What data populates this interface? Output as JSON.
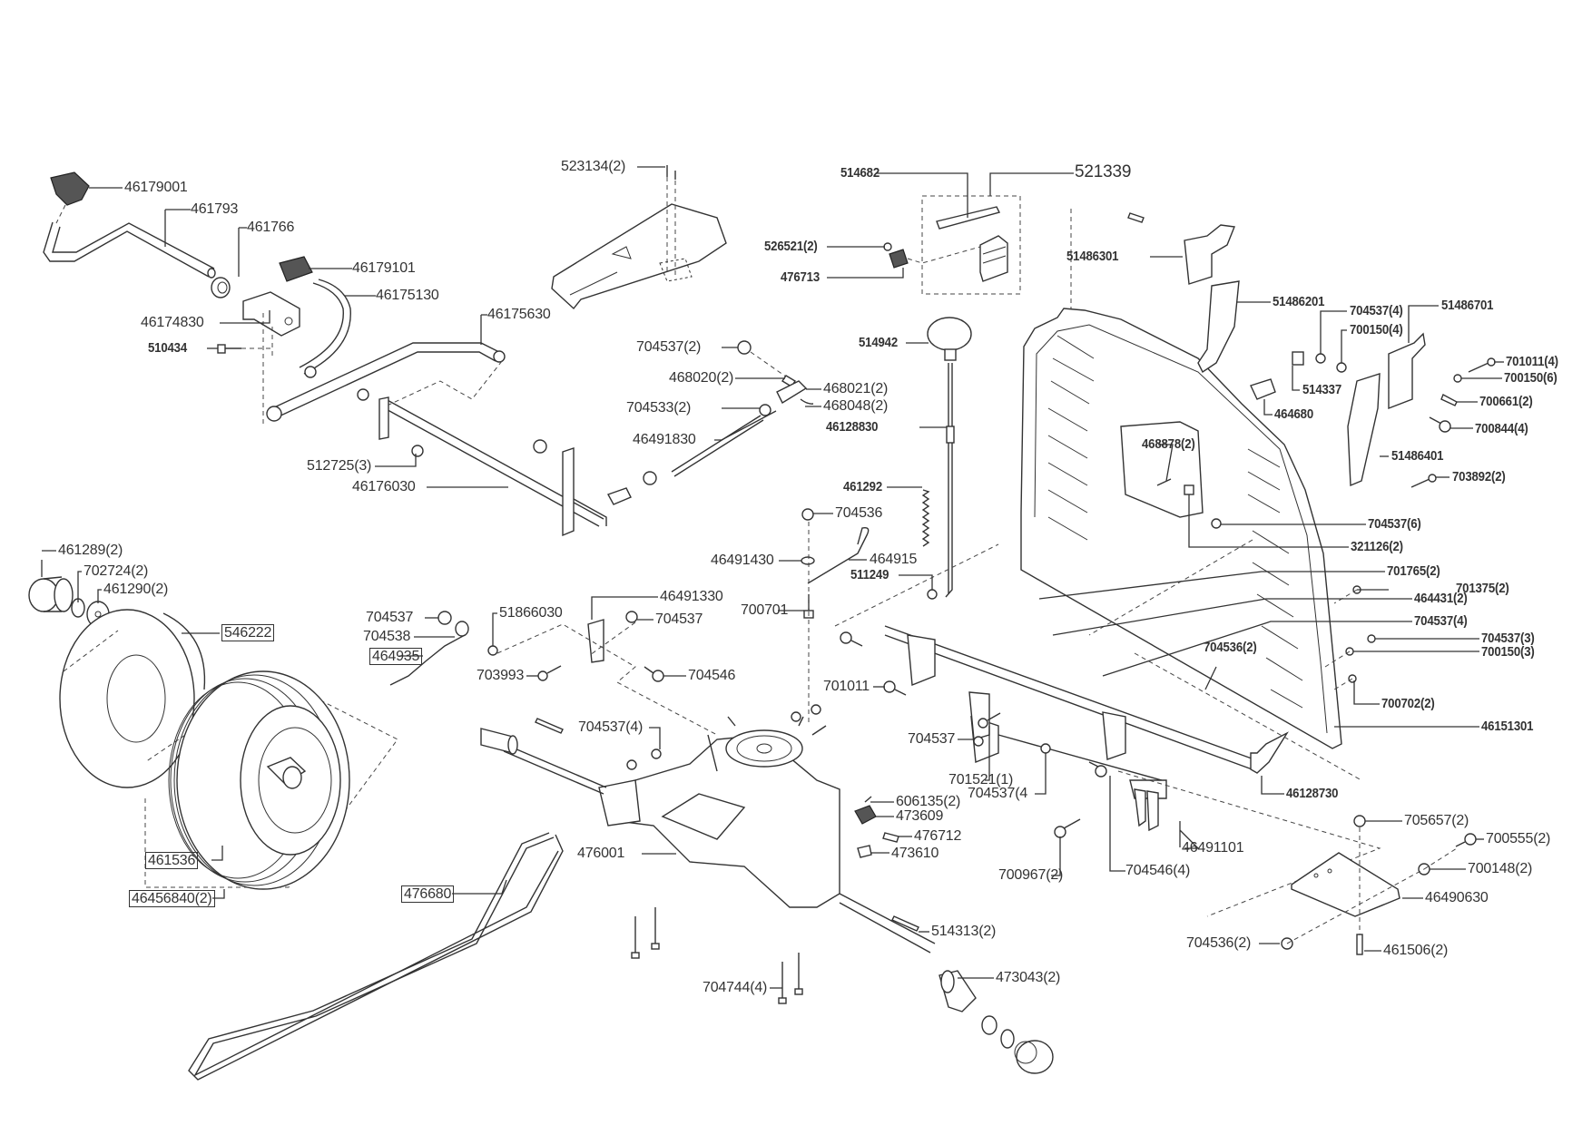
{
  "diagram": {
    "type": "exploded parts diagram",
    "subject": "ride-on mower transmission, pedals, seat frame and rear wheels",
    "labels": [
      {
        "id": "46179001",
        "text": "46179001",
        "bold": false,
        "boxed": false
      },
      {
        "id": "461793",
        "text": "461793",
        "bold": false,
        "boxed": false
      },
      {
        "id": "461766",
        "text": "461766",
        "bold": false,
        "boxed": false
      },
      {
        "id": "46179101",
        "text": "46179101",
        "bold": false,
        "boxed": false
      },
      {
        "id": "46175130",
        "text": "46175130",
        "bold": false,
        "boxed": false
      },
      {
        "id": "46174830",
        "text": "46174830",
        "bold": false,
        "boxed": false
      },
      {
        "id": "510434",
        "text": "510434",
        "bold": true,
        "boxed": false
      },
      {
        "id": "46175630",
        "text": "46175630",
        "bold": false,
        "boxed": false
      },
      {
        "id": "512725",
        "text": "512725(3)",
        "bold": false,
        "boxed": false
      },
      {
        "id": "46176030",
        "text": "46176030",
        "bold": false,
        "boxed": false
      },
      {
        "id": "523134",
        "text": "523134(2)",
        "bold": false,
        "boxed": false
      },
      {
        "id": "514682",
        "text": "514682",
        "bold": true,
        "boxed": false
      },
      {
        "id": "521339",
        "text": "521339",
        "bold": false,
        "boxed": false,
        "big": true
      },
      {
        "id": "526521",
        "text": "526521(2)",
        "bold": true,
        "boxed": false
      },
      {
        "id": "476713",
        "text": "476713",
        "bold": true,
        "boxed": false
      },
      {
        "id": "704537-2a",
        "text": "704537(2)",
        "bold": false,
        "boxed": false
      },
      {
        "id": "468020",
        "text": "468020(2)",
        "bold": false,
        "boxed": false
      },
      {
        "id": "468021",
        "text": "468021(2)",
        "bold": false,
        "boxed": false
      },
      {
        "id": "704533",
        "text": "704533(2)",
        "bold": false,
        "boxed": false
      },
      {
        "id": "468048",
        "text": "468048(2)",
        "bold": false,
        "boxed": false
      },
      {
        "id": "46491830",
        "text": "46491830",
        "bold": false,
        "boxed": false
      },
      {
        "id": "514942",
        "text": "514942",
        "bold": true,
        "boxed": false
      },
      {
        "id": "46128830",
        "text": "46128830",
        "bold": true,
        "boxed": false
      },
      {
        "id": "461292",
        "text": "461292",
        "bold": true,
        "boxed": false
      },
      {
        "id": "704536a",
        "text": "704536",
        "bold": false,
        "boxed": false
      },
      {
        "id": "46491430",
        "text": "46491430",
        "bold": false,
        "boxed": false
      },
      {
        "id": "464915",
        "text": "464915",
        "bold": false,
        "boxed": false
      },
      {
        "id": "511249",
        "text": "511249",
        "bold": true,
        "boxed": false
      },
      {
        "id": "51486301",
        "text": "51486301",
        "bold": true,
        "boxed": false
      },
      {
        "id": "51486201",
        "text": "51486201",
        "bold": true,
        "boxed": false
      },
      {
        "id": "704537-4a",
        "text": "704537(4)",
        "bold": true,
        "boxed": false
      },
      {
        "id": "700150-4",
        "text": "700150(4)",
        "bold": true,
        "boxed": false
      },
      {
        "id": "51486701",
        "text": "51486701",
        "bold": true,
        "boxed": false
      },
      {
        "id": "514337",
        "text": "514337",
        "bold": true,
        "boxed": false
      },
      {
        "id": "464680",
        "text": "464680",
        "bold": true,
        "boxed": false
      },
      {
        "id": "701011-4",
        "text": "701011(4)",
        "bold": true,
        "boxed": false
      },
      {
        "id": "700150-6",
        "text": "700150(6)",
        "bold": true,
        "boxed": false
      },
      {
        "id": "700661",
        "text": "700661(2)",
        "bold": true,
        "boxed": false
      },
      {
        "id": "700844",
        "text": "700844(4)",
        "bold": true,
        "boxed": false
      },
      {
        "id": "51486401",
        "text": "51486401",
        "bold": true,
        "boxed": false
      },
      {
        "id": "468878",
        "text": "468878(2)",
        "bold": true,
        "boxed": false
      },
      {
        "id": "703892",
        "text": "703892(2)",
        "bold": true,
        "boxed": false
      },
      {
        "id": "704537-6",
        "text": "704537(6)",
        "bold": true,
        "boxed": false
      },
      {
        "id": "321126",
        "text": "321126(2)",
        "bold": true,
        "boxed": false
      },
      {
        "id": "701765",
        "text": "701765(2)",
        "bold": true,
        "boxed": false
      },
      {
        "id": "701375",
        "text": "701375(2)",
        "bold": true,
        "boxed": false
      },
      {
        "id": "464431",
        "text": "464431(2)",
        "bold": true,
        "boxed": false
      },
      {
        "id": "704537-4b",
        "text": "704537(4)",
        "bold": true,
        "boxed": false
      },
      {
        "id": "704536-2a",
        "text": "704536(2)",
        "bold": true,
        "boxed": false
      },
      {
        "id": "704537-3",
        "text": "704537(3)",
        "bold": true,
        "boxed": false
      },
      {
        "id": "700150-3",
        "text": "700150(3)",
        "bold": true,
        "boxed": false
      },
      {
        "id": "700702",
        "text": "700702(2)",
        "bold": true,
        "boxed": false
      },
      {
        "id": "46151301",
        "text": "46151301",
        "bold": true,
        "boxed": false
      },
      {
        "id": "46128730",
        "text": "46128730",
        "bold": true,
        "boxed": false
      },
      {
        "id": "461289",
        "text": "461289(2)",
        "bold": false,
        "boxed": false
      },
      {
        "id": "702724",
        "text": "702724(2)",
        "bold": false,
        "boxed": false
      },
      {
        "id": "461290",
        "text": "461290(2)",
        "bold": false,
        "boxed": false
      },
      {
        "id": "546222",
        "text": "546222",
        "bold": false,
        "boxed": true
      },
      {
        "id": "704537b",
        "text": "704537",
        "bold": false,
        "boxed": false
      },
      {
        "id": "704538",
        "text": "704538",
        "bold": false,
        "boxed": false
      },
      {
        "id": "464935",
        "text": "464935",
        "bold": false,
        "boxed": true
      },
      {
        "id": "51866030",
        "text": "51866030",
        "bold": false,
        "boxed": false
      },
      {
        "id": "46491330",
        "text": "46491330",
        "bold": false,
        "boxed": false
      },
      {
        "id": "704537c",
        "text": "704537",
        "bold": false,
        "boxed": false
      },
      {
        "id": "703993",
        "text": "703993",
        "bold": false,
        "boxed": false
      },
      {
        "id": "704546a",
        "text": "704546",
        "bold": false,
        "boxed": false
      },
      {
        "id": "700701",
        "text": "700701",
        "bold": false,
        "boxed": false
      },
      {
        "id": "701011",
        "text": "701011",
        "bold": false,
        "boxed": false
      },
      {
        "id": "704537-4c",
        "text": "704537(4)",
        "bold": false,
        "boxed": false
      },
      {
        "id": "704537d",
        "text": "704537",
        "bold": false,
        "boxed": false
      },
      {
        "id": "701521",
        "text": "701521(1)",
        "bold": false,
        "boxed": false
      },
      {
        "id": "704537-4d",
        "text": "704537(4",
        "bold": false,
        "boxed": false
      },
      {
        "id": "606135",
        "text": "606135(2)",
        "bold": false,
        "boxed": false
      },
      {
        "id": "473609",
        "text": "473609",
        "bold": false,
        "boxed": false
      },
      {
        "id": "476712",
        "text": "476712",
        "bold": false,
        "boxed": false
      },
      {
        "id": "473610",
        "text": "473610",
        "bold": false,
        "boxed": false
      },
      {
        "id": "476001",
        "text": "476001",
        "bold": false,
        "boxed": false
      },
      {
        "id": "46491101",
        "text": "46491101",
        "bold": false,
        "boxed": false
      },
      {
        "id": "704546-4",
        "text": "704546(4)",
        "bold": false,
        "boxed": false
      },
      {
        "id": "700967",
        "text": "700967(2)",
        "bold": false,
        "boxed": false
      },
      {
        "id": "705657",
        "text": "705657(2)",
        "bold": false,
        "boxed": false
      },
      {
        "id": "700555",
        "text": "700555(2)",
        "bold": false,
        "boxed": false
      },
      {
        "id": "700148",
        "text": "700148(2)",
        "bold": false,
        "boxed": false
      },
      {
        "id": "46490630",
        "text": "46490630",
        "bold": false,
        "boxed": false
      },
      {
        "id": "704536-2b",
        "text": "704536(2)",
        "bold": false,
        "boxed": false
      },
      {
        "id": "461506",
        "text": "461506(2)",
        "bold": false,
        "boxed": false
      },
      {
        "id": "461536",
        "text": "461536",
        "bold": false,
        "boxed": true
      },
      {
        "id": "46456840",
        "text": "46456840(2)",
        "bold": false,
        "boxed": true
      },
      {
        "id": "476680",
        "text": "476680",
        "bold": false,
        "boxed": true
      },
      {
        "id": "514313",
        "text": "514313(2)",
        "bold": false,
        "boxed": false
      },
      {
        "id": "473043",
        "text": "473043(2)",
        "bold": false,
        "boxed": false
      },
      {
        "id": "704744",
        "text": "704744(4)",
        "bold": false,
        "boxed": false
      }
    ]
  }
}
